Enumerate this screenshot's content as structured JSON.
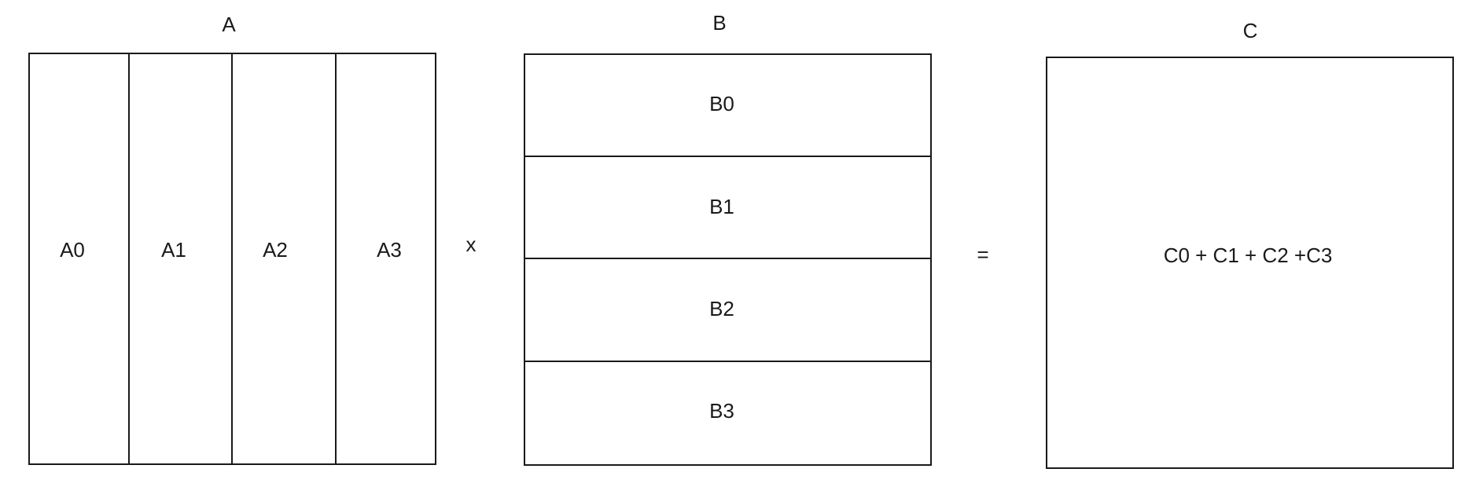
{
  "matrix_a": {
    "title": "A",
    "parts": [
      "A0",
      "A1",
      "A2",
      "A3"
    ]
  },
  "operator_multiply": "x",
  "matrix_b": {
    "title": "B",
    "parts": [
      "B0",
      "B1",
      "B2",
      "B3"
    ]
  },
  "operator_equals": "=",
  "matrix_c": {
    "title": "C",
    "content": "C0 + C1 + C2 +C3"
  }
}
